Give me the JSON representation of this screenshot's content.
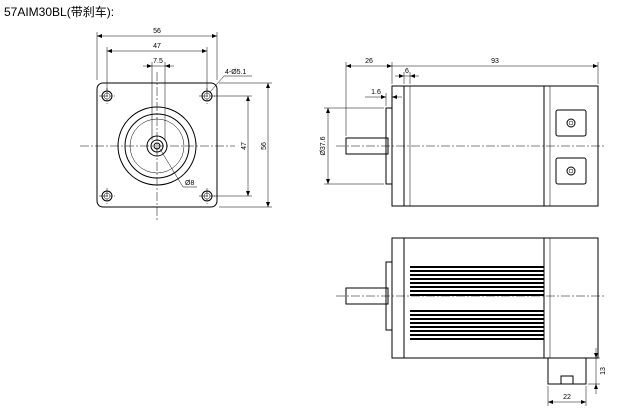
{
  "title": "57AIM30BL(带刹车):",
  "front_view": {
    "dim_width": "56",
    "dim_hole_pitch": "47",
    "dim_shaft_flat": "7.5",
    "dim_holes": "4-Ø5.1",
    "dim_height_pitch": "47",
    "dim_height": "56",
    "dim_shaft_dia": "Ø8"
  },
  "side_view": {
    "dim_flange_length": "26",
    "dim_pilot_length": "6",
    "dim_body_length": "93",
    "dim_pilot_thickness": "1.6",
    "dim_pilot_dia": "Ø37.6"
  },
  "top_view": {
    "dim_connector_height": "13",
    "dim_connector_width": "22"
  },
  "colors": {
    "line": "#000000",
    "background": "#ffffff"
  }
}
